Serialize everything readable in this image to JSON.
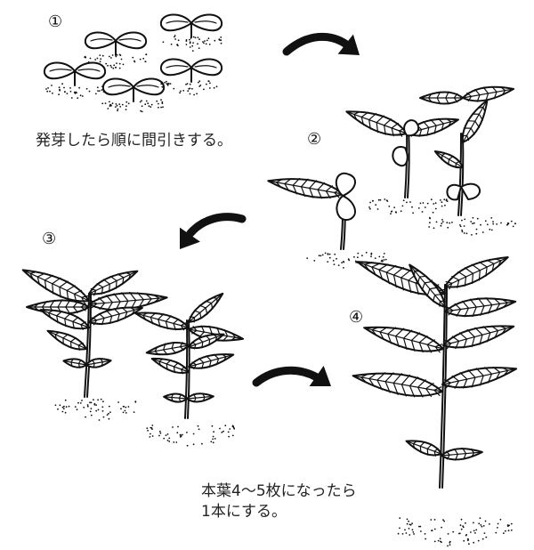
{
  "steps": [
    {
      "num": "①"
    },
    {
      "num": "②"
    },
    {
      "num": "③"
    },
    {
      "num": "④"
    }
  ],
  "captions": {
    "thinning": "発芽したら順に間引きする。",
    "final_line1": "本葉4～5枚になったら",
    "final_line2": "1本にする。"
  }
}
